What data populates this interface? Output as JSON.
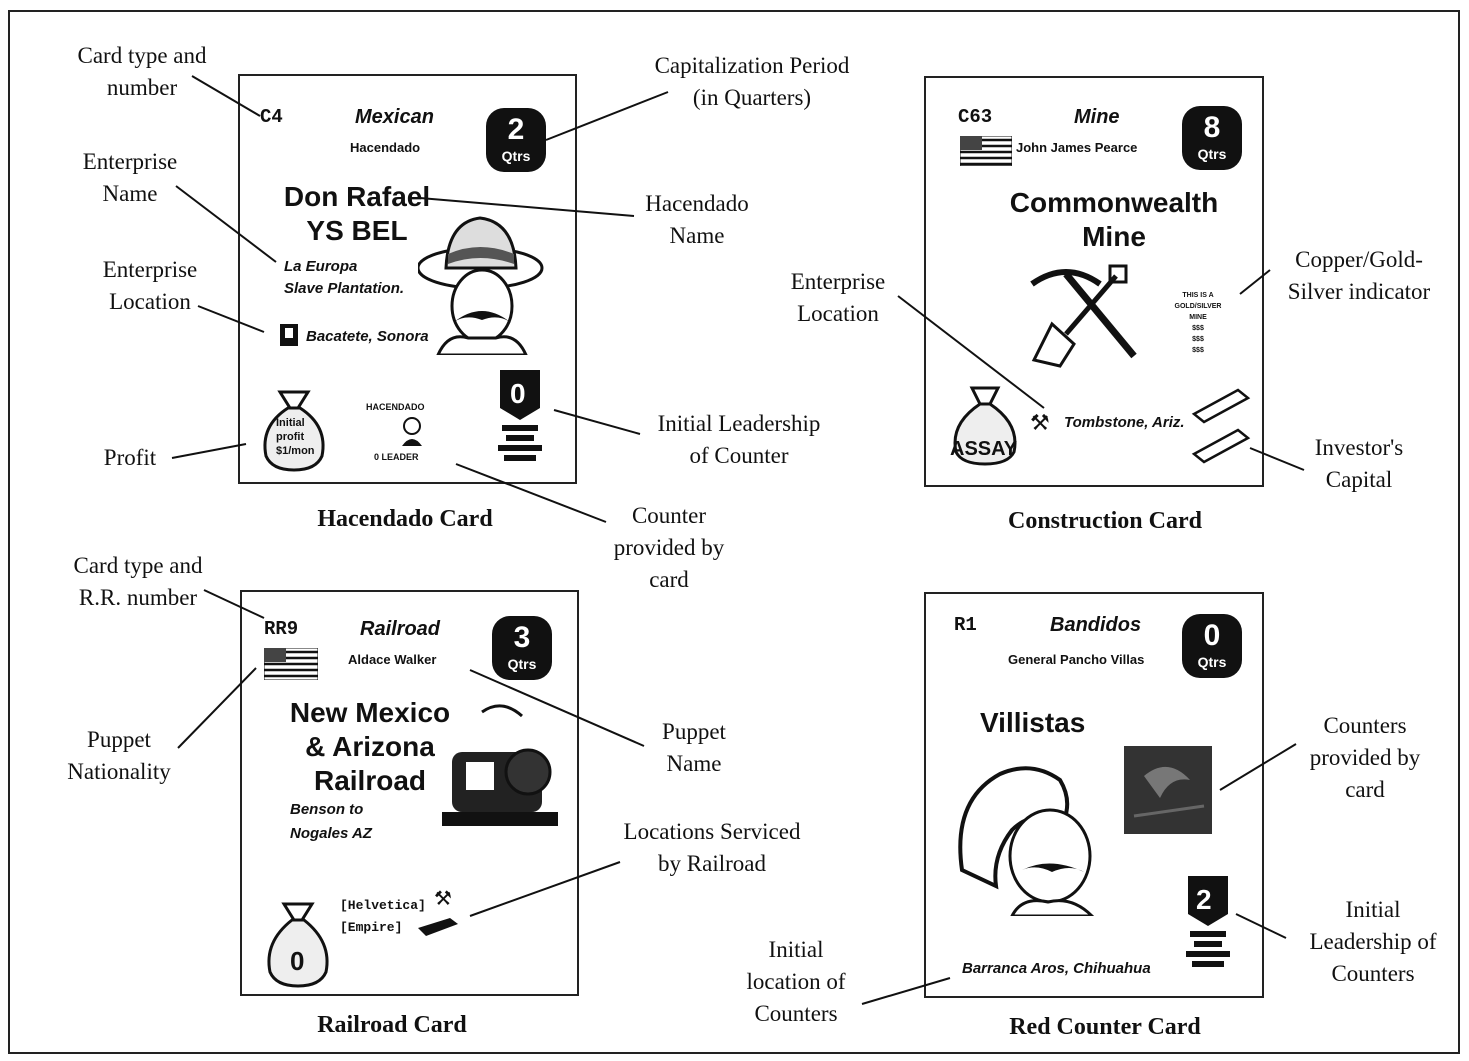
{
  "captions": {
    "hacendado": "Hacendado Card",
    "construction": "Construction Card",
    "railroad": "Railroad Card",
    "red_counter": "Red Counter Card"
  },
  "labels": {
    "card_type_number": "Card type and\nnumber",
    "enterprise_name": "Enterprise\nName",
    "enterprise_location_left": "Enterprise\nLocation",
    "profit": "Profit",
    "capitalization_period": "Capitalization Period\n(in Quarters)",
    "hacendado_name": "Hacendado\nName",
    "initial_leadership": "Initial Leadership\nof Counter",
    "counter_provided": "Counter\nprovided by\ncard",
    "enterprise_location_mid": "Enterprise\nLocation",
    "copper_gold_silver": "Copper/Gold-\nSilver  indicator",
    "investors_capital": "Investor's\nCapital",
    "card_type_rr": "Card type and\nR.R. number",
    "puppet_nationality": "Puppet\nNationality",
    "puppet_name": "Puppet\nName",
    "locations_serviced": "Locations Serviced\nby Railroad",
    "initial_location_counters": "Initial\nlocation of\nCounters",
    "counters_provided": "Counters\nprovided by\ncard",
    "initial_leadership_counters": "Initial\nLeadership of\nCounters"
  },
  "hacendado_card": {
    "id": "C4",
    "nationality": "Mexican",
    "type": "Hacendado",
    "qtrs": "2",
    "qtrs_unit": "Qtrs",
    "name": "Don Rafael\nYS BEL",
    "enterprise": "La Europa\nSlave Plantation.",
    "location": "Bacatete, Sonora",
    "profit_text": "Initial\nprofit\n$1/mon",
    "counter_label_top": "HACENDADO",
    "counter_label_bottom": "0 LEADER",
    "leadership": "0"
  },
  "construction_card": {
    "id": "C63",
    "type": "Mine",
    "puppet": "John James Pearce",
    "qtrs": "8",
    "qtrs_unit": "Qtrs",
    "name": "Commonwealth\nMine",
    "indicator_text": "THIS IS A\nGOLD/SILVER\nMINE\n$$$\n$$$\n$$$",
    "assay": "ASSAY",
    "location": "Tombstone, Ariz."
  },
  "railroad_card": {
    "id": "RR9",
    "type": "Railroad",
    "puppet": "Aldace Walker",
    "qtrs": "3",
    "qtrs_unit": "Qtrs",
    "name": "New Mexico\n& Arizona\nRailroad",
    "route": "Benson to\nNogales AZ",
    "services_1": "[Helvetica]",
    "services_2": "[Empire]",
    "profit": "0"
  },
  "red_counter_card": {
    "id": "R1",
    "type": "Bandidos",
    "leader": "General Pancho Villas",
    "qtrs": "0",
    "qtrs_unit": "Qtrs",
    "name": "Villistas",
    "location": "Barranca Aros, Chihuahua",
    "leadership": "2"
  }
}
